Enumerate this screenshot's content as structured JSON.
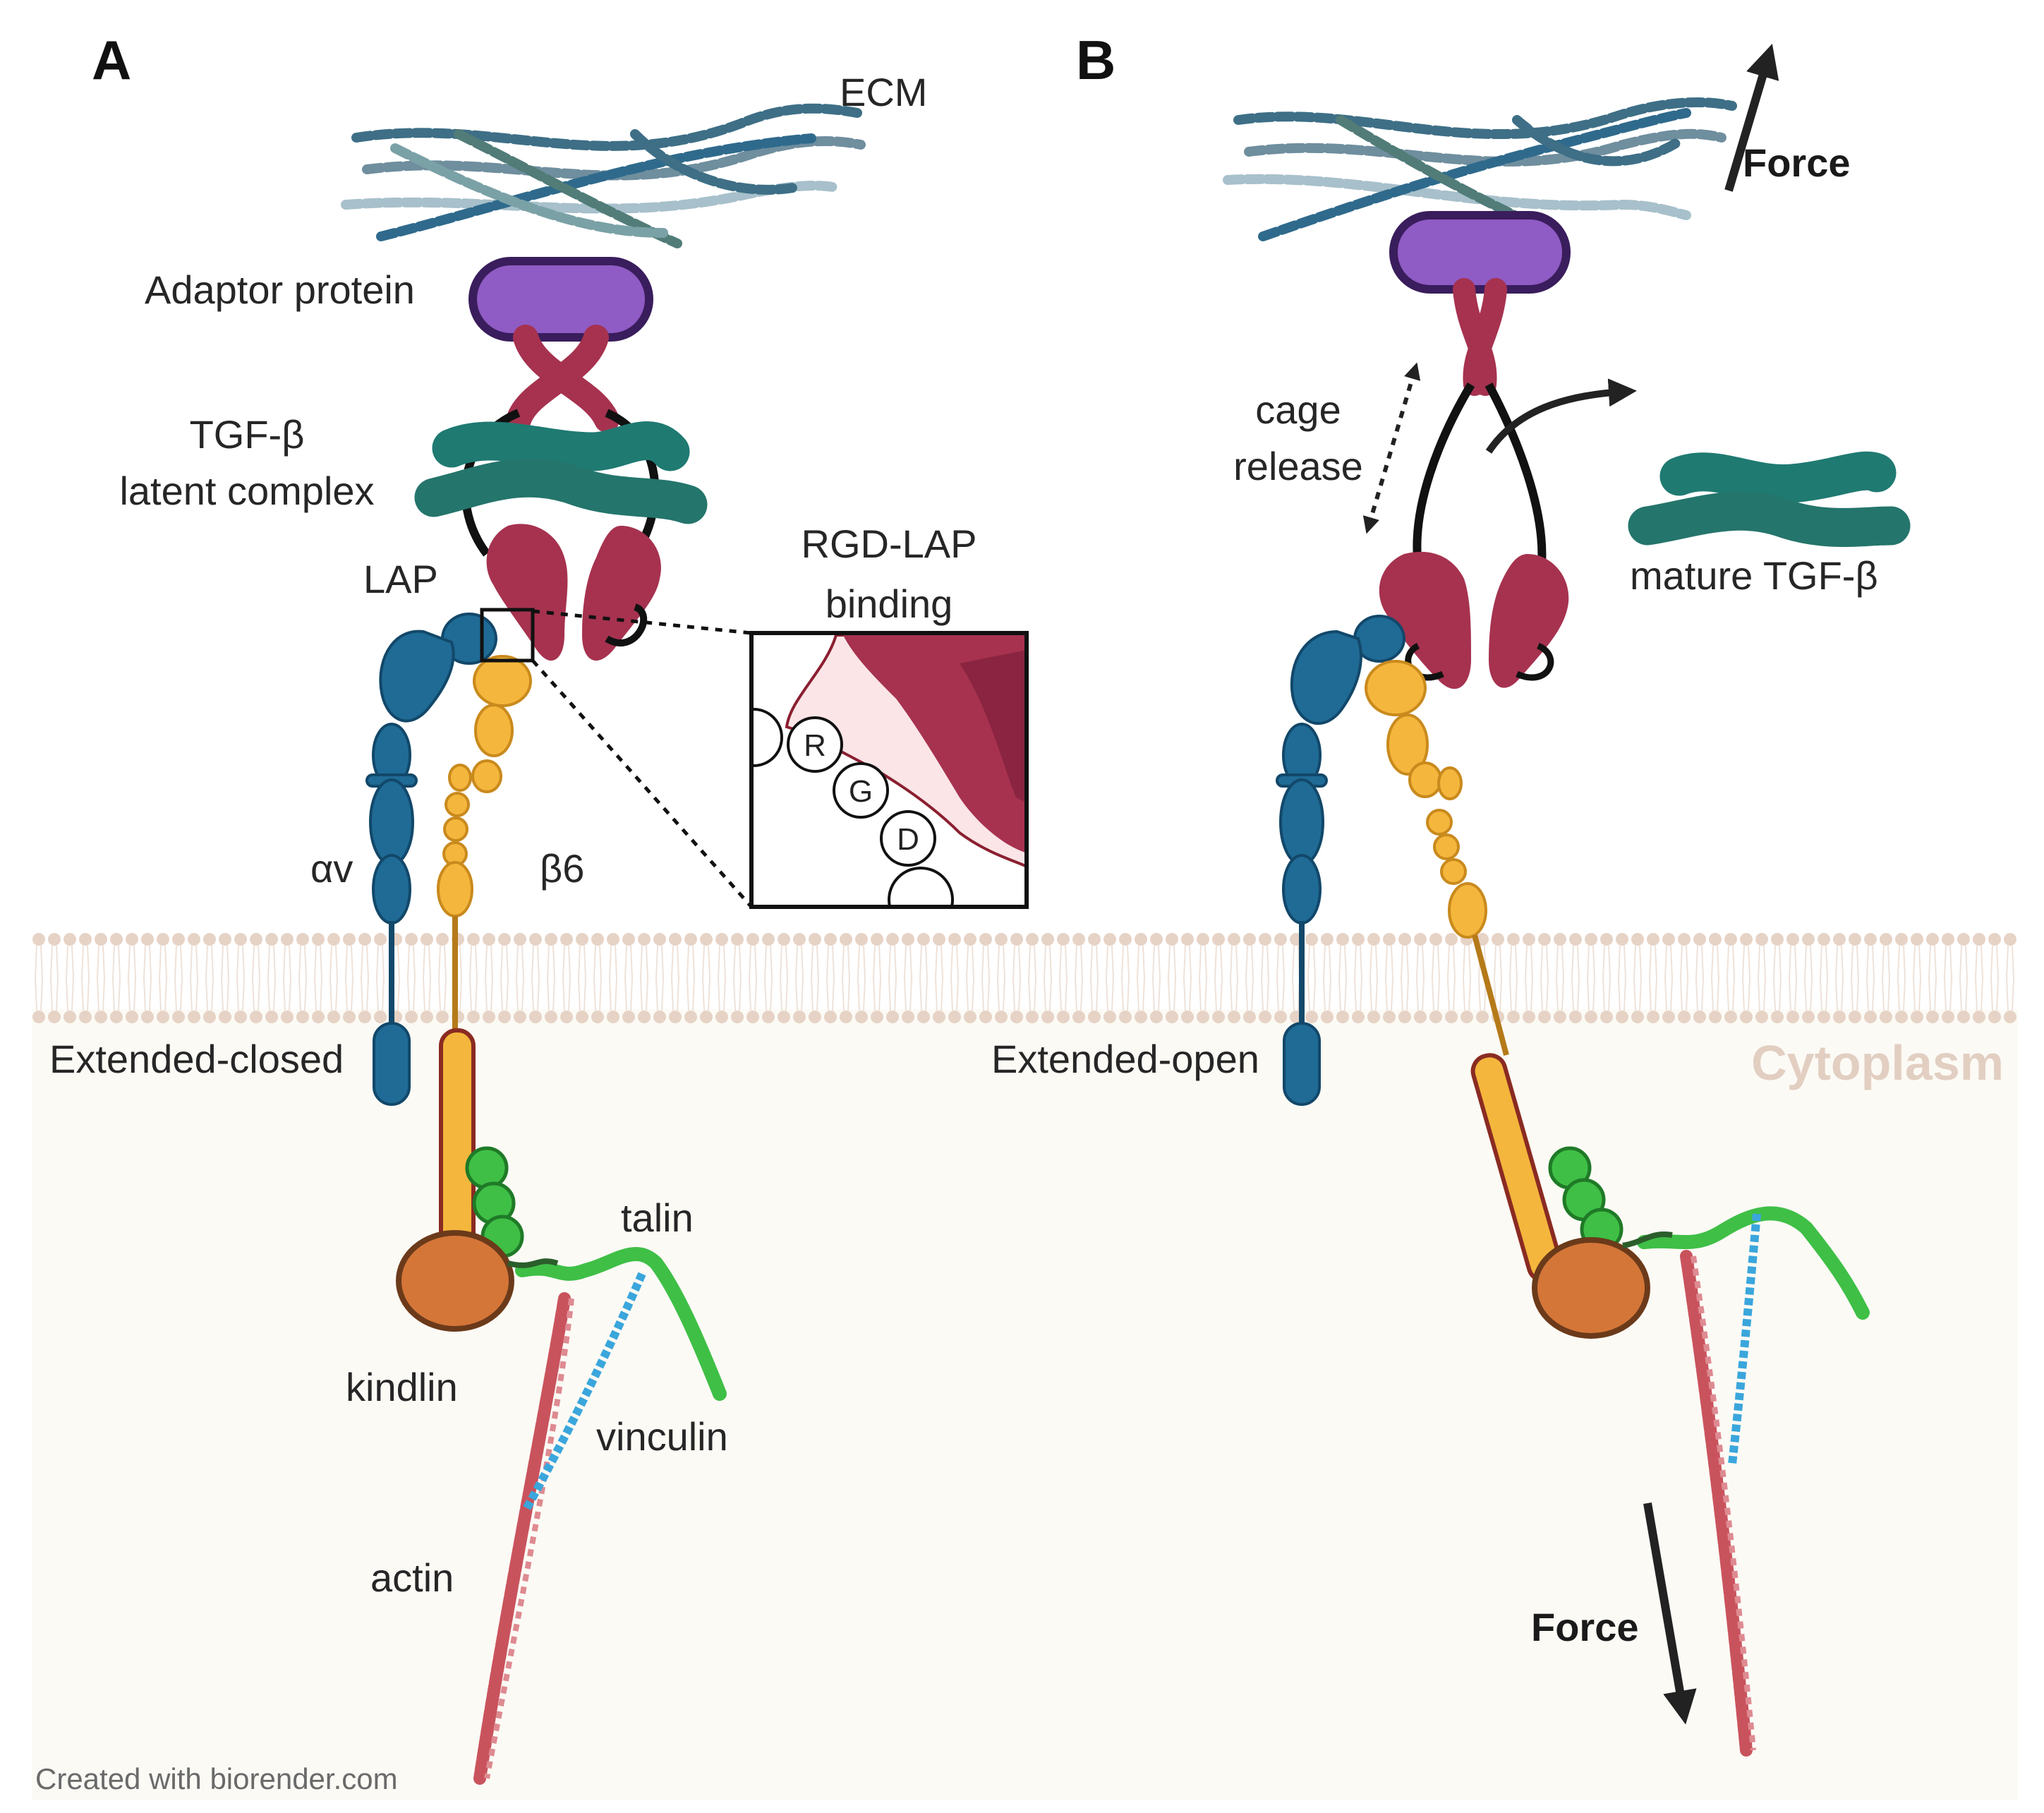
{
  "panels": {
    "a": "A",
    "b": "B"
  },
  "labels": {
    "ecm": "ECM",
    "adaptor_protein": "Adaptor protein",
    "tgf_latent_line1": "TGF-β",
    "tgf_latent_line2": "latent complex",
    "lap": "LAP",
    "rgd_lap_line1": "RGD-LAP",
    "rgd_lap_line2": "binding",
    "alpha_v": "αv",
    "beta6": "β6",
    "extended_closed": "Extended-closed",
    "extended_open": "Extended-open",
    "cytoplasm": "Cytoplasm",
    "talin": "talin",
    "kindlin": "kindlin",
    "vinculin": "vinculin",
    "actin": "actin",
    "force_top": "Force",
    "force_bottom": "Force",
    "cage_line1": "cage",
    "cage_line2": "release",
    "mature_tgf": "mature TGF-β",
    "credit": "Created with biorender.com"
  },
  "inset": {
    "r": "R",
    "g": "G",
    "d": "D"
  },
  "colors": {
    "alpha_v": "#1f6b96",
    "beta6": "#f4b63c",
    "lap": "#a6324f",
    "adaptor": "#8f5bc4",
    "tgf": "#1f7a72",
    "kindlin": "#d47638",
    "talin": "#3fbf46",
    "actin": "#c9535d",
    "vinculin": "#3aa6dc",
    "cytoplasm_bg": "#fcfaf5",
    "membrane": "#e6d3c6"
  }
}
